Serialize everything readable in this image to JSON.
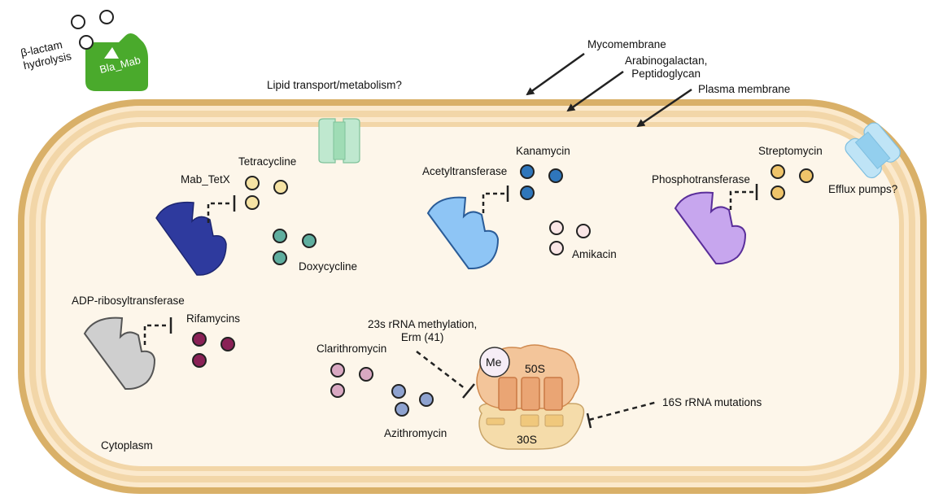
{
  "labels": {
    "beta_lactam_line1": "β-lactam",
    "beta_lactam_line2": "hydrolysis",
    "bla_mab": "Bla_Mab",
    "mycomembrane": "Mycomembrane",
    "arabinogalactan_line1": "Arabinogalactan,",
    "arabinogalactan_line2": "Peptidoglycan",
    "plasma_membrane": "Plasma membrane",
    "lipid_transport": "Lipid transport/metabolism?",
    "tetracycline": "Tetracycline",
    "mab_tetx": "Mab_TetX",
    "doxycycline": "Doxycycline",
    "kanamycin": "Kanamycin",
    "acetyltransferase": "Acetyltransferase",
    "amikacin": "Amikacin",
    "streptomycin": "Streptomycin",
    "phosphotransferase": "Phosphotransferase",
    "efflux_pumps": "Efflux pumps?",
    "adp_ribosyltransferase": "ADP-ribosyltransferase",
    "rifamycins": "Rifamycins",
    "methylation_line1": "23s rRNA methylation,",
    "methylation_line2": "Erm (41)",
    "clarithromycin": "Clarithromycin",
    "azithromycin": "Azithromycin",
    "me": "Me",
    "subunit_50s": "50S",
    "subunit_30s": "30S",
    "mutations_16s": "16S rRNA mutations",
    "cytoplasm": "Cytoplasm"
  },
  "colors": {
    "cell_outer": "#d9b068",
    "cell_middle": "#f2d6a8",
    "cell_inner": "#fbf4e6",
    "bla_mab": "#4aaa2c",
    "mab_tetx": "#2e3a9e",
    "acetyltransferase": "#8ec5f5",
    "phosphotransferase": "#c7a6ee",
    "adp_ribosyltransferase": "#cfcfcf",
    "tetracycline": "#f6e3a4",
    "doxycycline": "#5fae9f",
    "kanamycin": "#2f76bb",
    "amikacin": "#fae6e6",
    "streptomycin": "#efc46a",
    "rifamycins": "#8a2156",
    "clarithromycin": "#d9a8c2",
    "azithromycin": "#8ea2cf",
    "ribosome_50s": "#f3c59a",
    "ribosome_30s": "#f5dcaa",
    "channel": "#bfe8cf",
    "efflux_pump": "#a9d8f0"
  }
}
